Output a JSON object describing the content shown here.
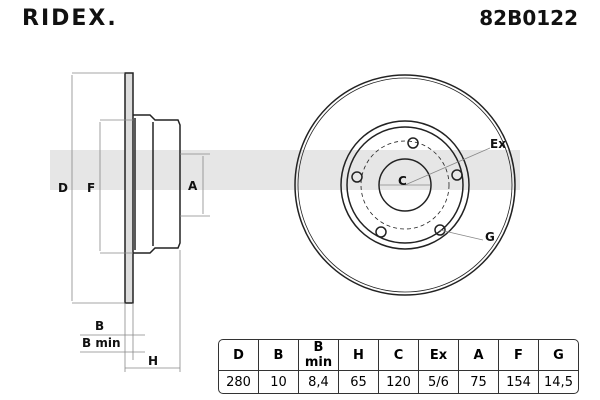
{
  "brand": "RIDEX.",
  "part_number": "82B0122",
  "diagram_labels": {
    "D": "D",
    "F": "F",
    "A": "A",
    "B": "B",
    "Bmin": "B min",
    "H": "H",
    "C": "C",
    "Ex": "Ex",
    "G": "G"
  },
  "spec_table": {
    "headers": [
      "D",
      "B",
      "B min",
      "H",
      "C",
      "Ex",
      "A",
      "F",
      "G"
    ],
    "values": [
      "280",
      "10",
      "8,4",
      "65",
      "120",
      "5/6",
      "75",
      "154",
      "14,5"
    ]
  }
}
